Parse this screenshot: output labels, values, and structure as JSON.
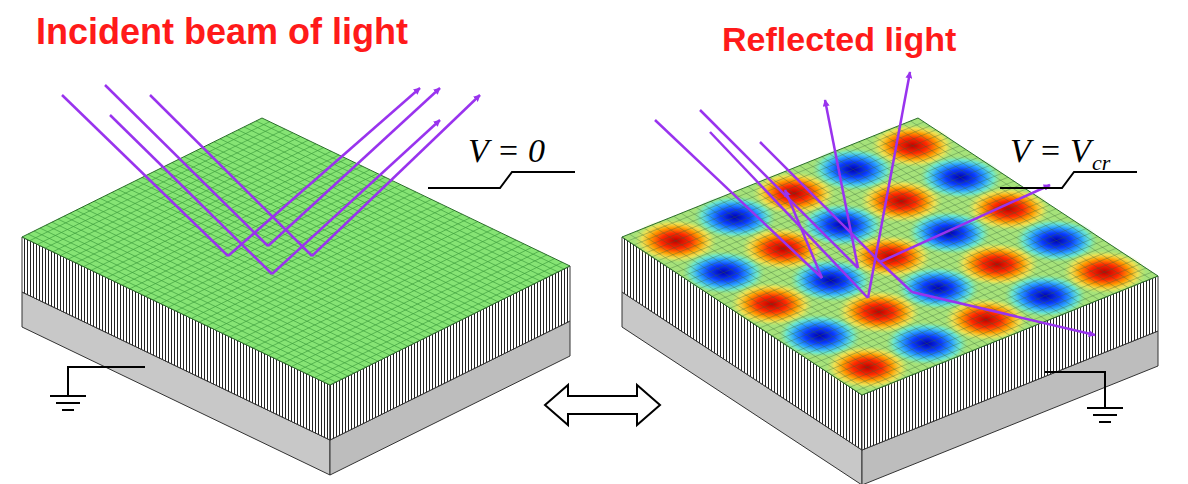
{
  "diagram": {
    "labels": [
      "Incident beam of light",
      "Reflected light",
      "V = 0",
      "V = V",
      "cr"
    ]
  }
}
